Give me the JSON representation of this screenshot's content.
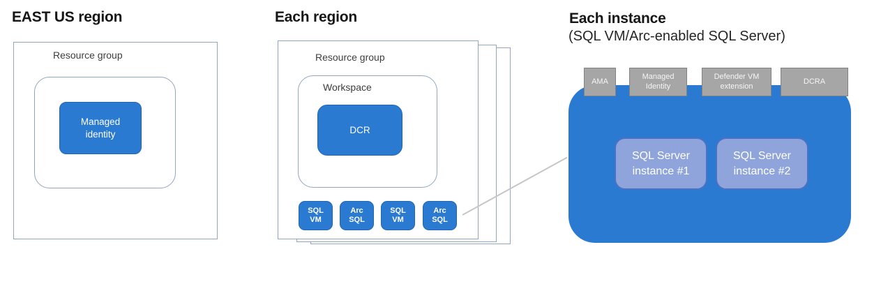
{
  "colors": {
    "primary_blue": "#2b7ad2",
    "outline_blue_gray": "#91a7c0",
    "extension_gray": "#a6a6a6",
    "extension_border_gray": "#828282",
    "instance_light_blue": "#8ea4da",
    "instance_border_blue": "#4a72c4",
    "connector_gray": "#c6c6c6",
    "text_white": "#ffffff",
    "heading_black": "#161616"
  },
  "east_us": {
    "heading": "EAST US region",
    "resource_group": "Resource group",
    "managed_identity": "Managed\nidentity"
  },
  "each_region": {
    "heading": "Each region",
    "resource_group": "Resource group",
    "workspace": "Workspace",
    "dcr": "DCR",
    "vm_boxes": [
      {
        "label": "SQL\nVM"
      },
      {
        "label": "Arc\nSQL"
      },
      {
        "label": "SQL\nVM"
      },
      {
        "label": "Arc\nSQL"
      }
    ]
  },
  "each_instance": {
    "heading": "Each instance",
    "subheading": "(SQL VM/Arc-enabled SQL Server)",
    "extensions": [
      {
        "label": "AMA"
      },
      {
        "label": "Managed\nIdentity"
      },
      {
        "label": "Defender VM\nextension"
      },
      {
        "label": "DCRA"
      }
    ],
    "instances": [
      {
        "label": "SQL Server\ninstance #1"
      },
      {
        "label": "SQL Server\ninstance #2"
      }
    ]
  }
}
